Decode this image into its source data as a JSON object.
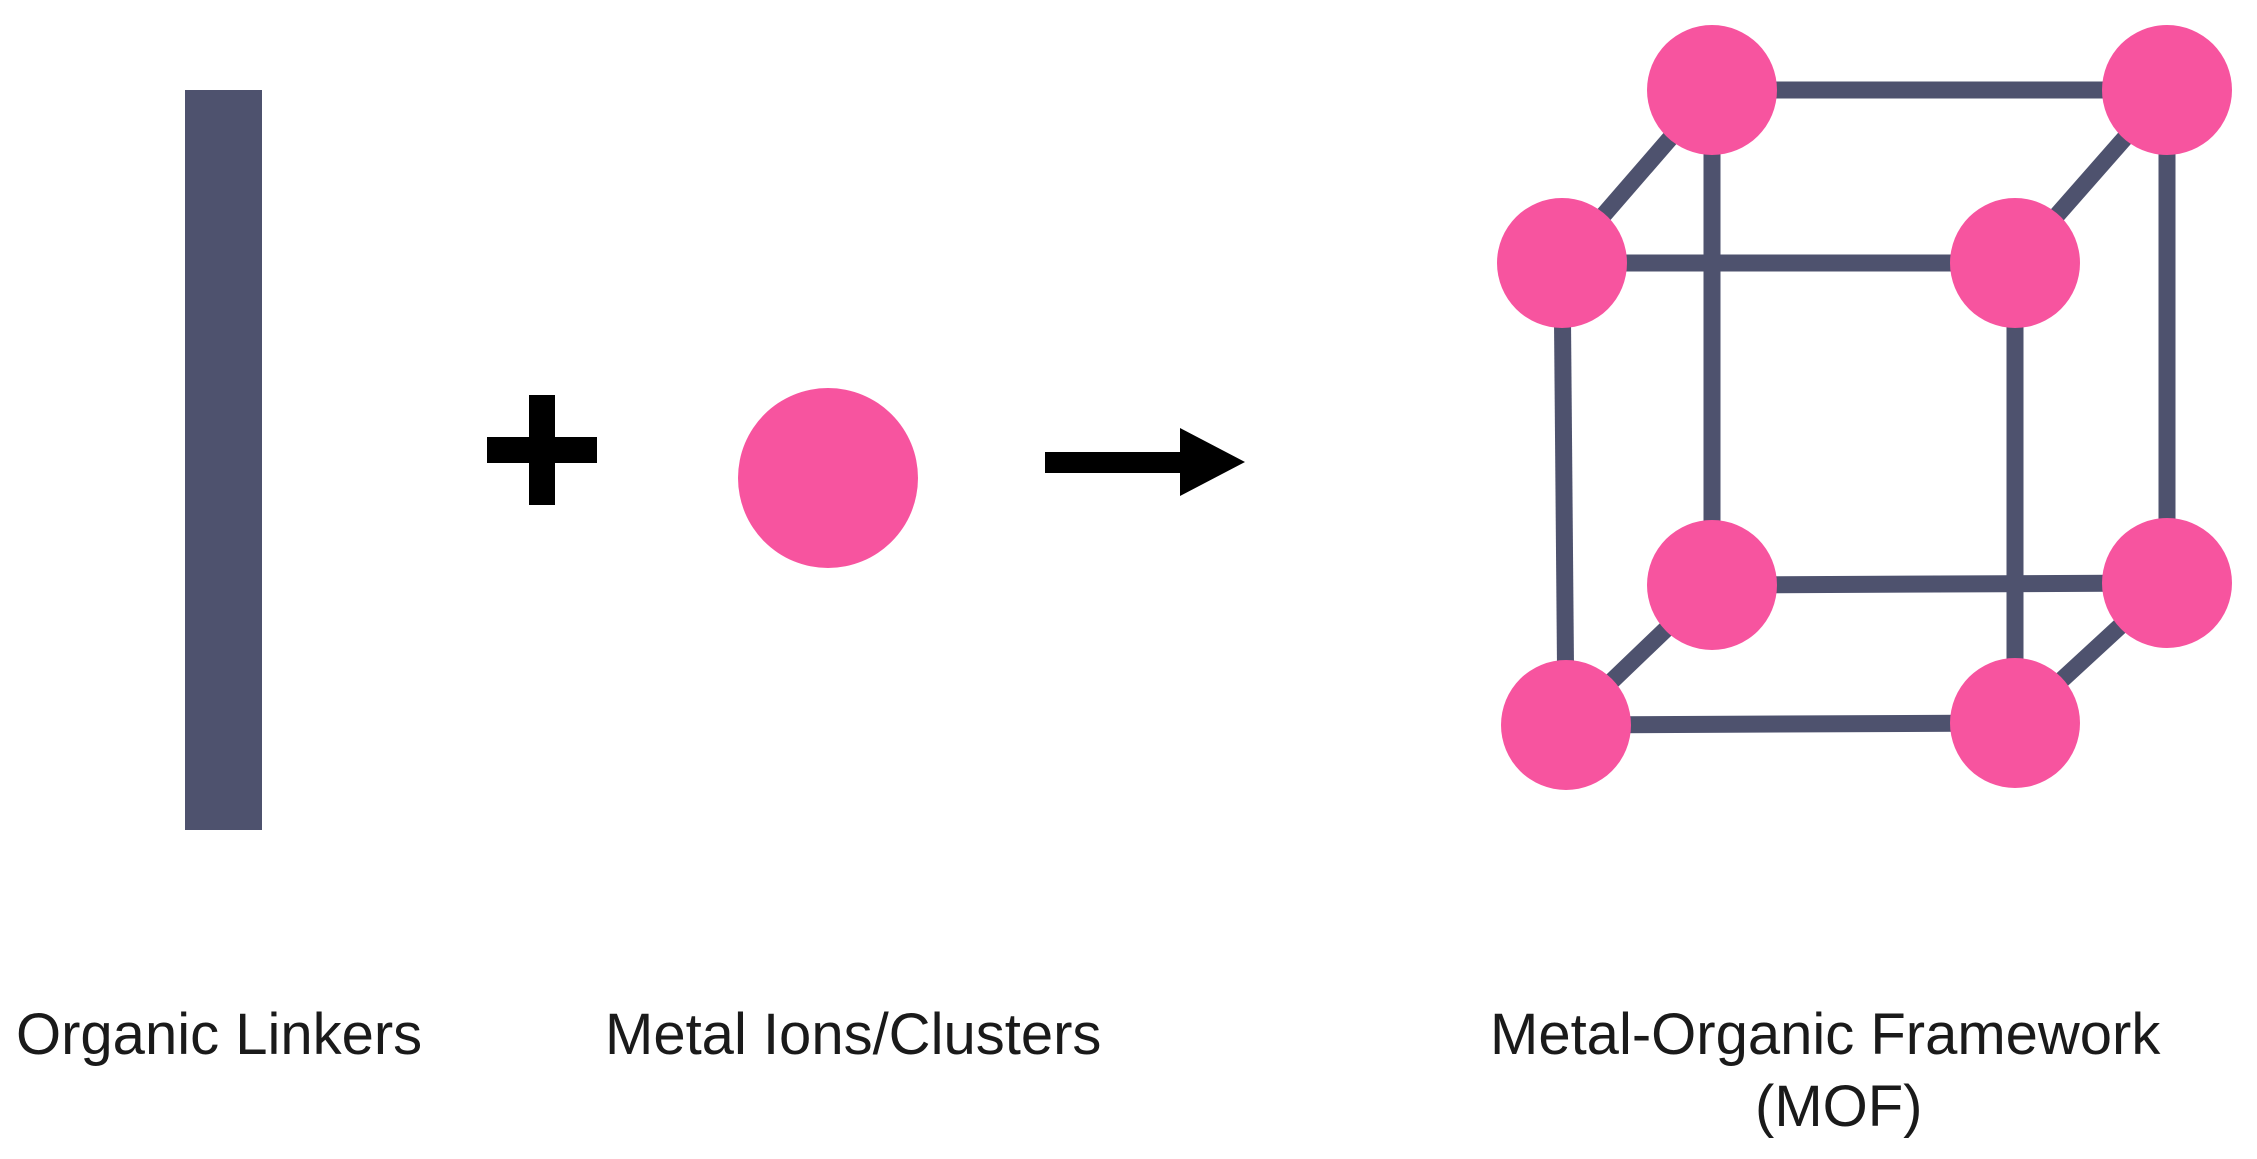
{
  "colors": {
    "linker": "#4e526e",
    "node": "#f7549f",
    "symbol": "#000000",
    "background": "#ffffff"
  },
  "labels": {
    "organic_linkers": "Organic Linkers",
    "metal_ions": "Metal Ions/Clusters",
    "mof_line1": "Metal-Organic Framework",
    "mof_line2": "(MOF)"
  }
}
